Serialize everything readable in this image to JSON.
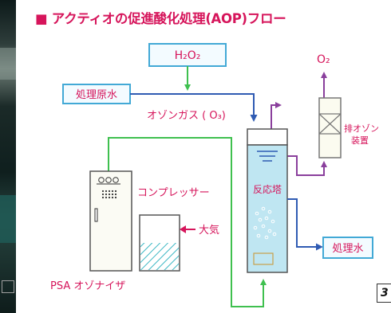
{
  "title": "■ アクティオの促進酸化処理(AOP)フロー",
  "labels": {
    "h2o2": "H₂O₂",
    "o2": "O₂",
    "raw_water": "処理原水",
    "ozone_gas": "オゾンガス ( O₃)",
    "exhaust_ozone_1": "排オゾン",
    "exhaust_ozone_2": "装置",
    "reaction_tower": "反応塔",
    "treated_water": "処理水",
    "compressor": "コンプレッサー",
    "atmosphere": "大気",
    "psa_ozonizer": "PSA オゾナイザ"
  },
  "page_number": "3",
  "colors": {
    "title": "#d6155b",
    "label_red": "#d6155b",
    "box_border": "#42a9d6",
    "box_fill": "#f3fbff",
    "pipe_green": "#3fc04f",
    "pipe_blue": "#2f5bb3",
    "pipe_purple": "#8a3f9c",
    "tank_fill": "#bfe6f2"
  }
}
